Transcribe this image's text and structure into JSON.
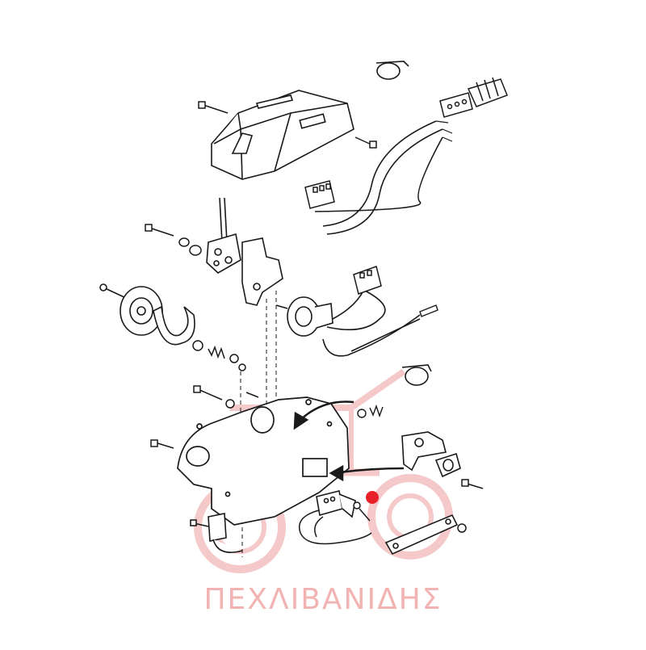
{
  "watermark": {
    "brand_text": "ΠΕΧΛΙΒΑΝΙΔΗΣ",
    "color": "#f2b3b3",
    "logo": "tractor-logo"
  },
  "marker": {
    "color": "#e8202a",
    "icon": "red-dot-icon"
  },
  "diagram": {
    "line_color": "#1a1a1a",
    "style": "exploded-parts-line-drawing"
  }
}
